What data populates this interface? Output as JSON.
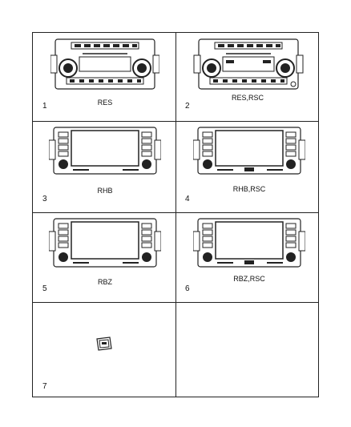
{
  "panels": [
    {
      "number": "1",
      "caption": "RES"
    },
    {
      "number": "2",
      "caption": "RES,RSC"
    },
    {
      "number": "3",
      "caption": "RHB"
    },
    {
      "number": "4",
      "caption": "RHB,RSC"
    },
    {
      "number": "5",
      "caption": "RBZ"
    },
    {
      "number": "6",
      "caption": "RBZ,RSC"
    },
    {
      "number": "7",
      "caption": ""
    }
  ]
}
